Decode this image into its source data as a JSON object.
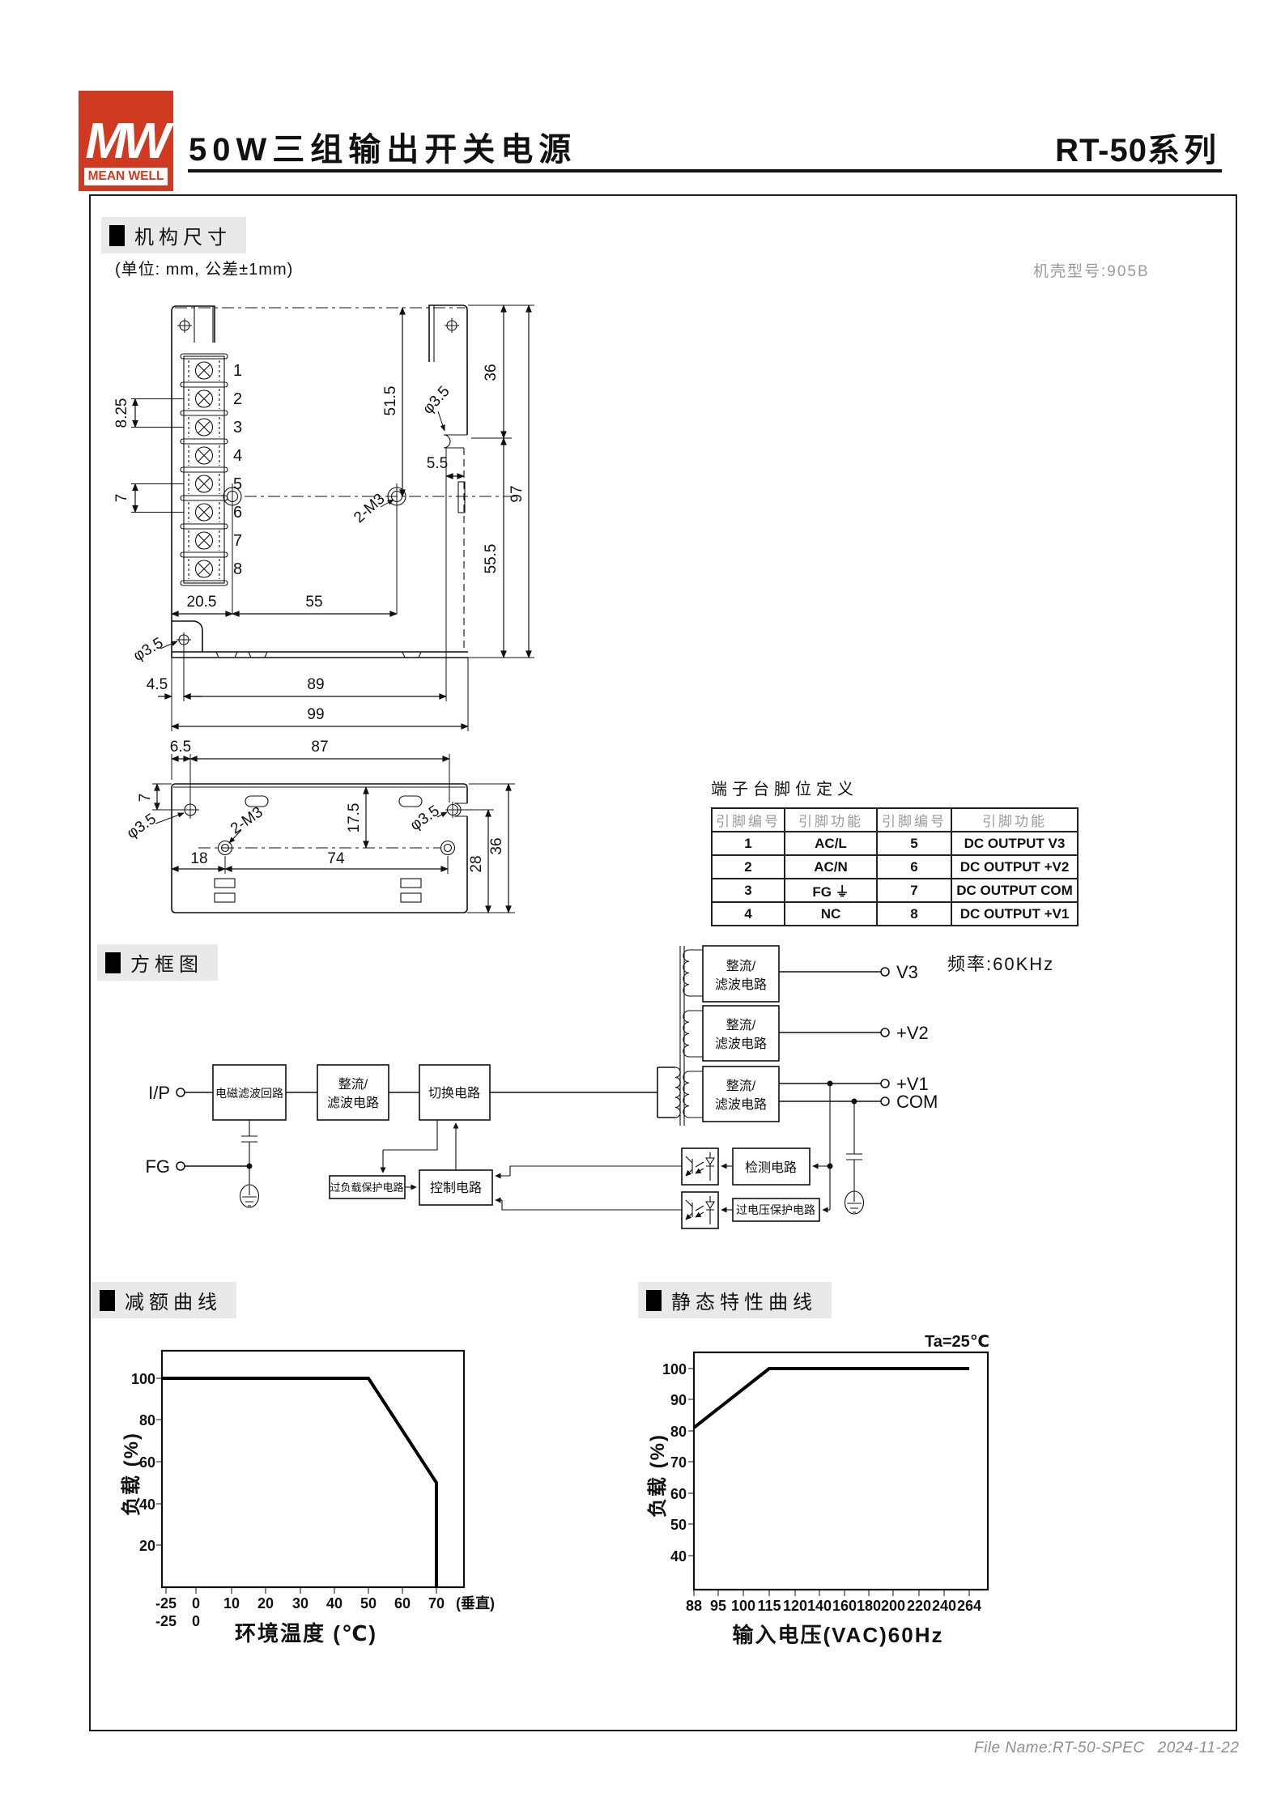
{
  "header": {
    "logo": {
      "mw": "MW",
      "brand": "MEAN WELL"
    },
    "title": "50W三组输出开关电源",
    "series": "RT-50",
    "series_suffix": "系列"
  },
  "mech": {
    "section_title": "机构尺寸",
    "unit_note": "(单位: mm, 公差±1mm)",
    "case_model": "机壳型号:905B",
    "top": {
      "terminal_numbers": [
        "1",
        "2",
        "3",
        "4",
        "5",
        "6",
        "7",
        "8"
      ],
      "d825": "8.25",
      "d7": "7",
      "d515": "51.5",
      "d36": "36",
      "phi_top": "φ3.5",
      "d5_5": "5.5",
      "d97": "97",
      "d555": "55.5",
      "m3": "2-M3",
      "d205": "20.5",
      "d55": "55",
      "phi_bottom": "φ3.5",
      "d45": "4.5",
      "d89": "89",
      "d99": "99"
    },
    "side": {
      "d65": "6.5",
      "d87": "87",
      "d7": "7",
      "phi_left": "φ3.5",
      "m3": "2-M3",
      "d175": "17.5",
      "phi_right": "φ3.5",
      "d18": "18",
      "d74": "74",
      "d28": "28",
      "d36": "36"
    }
  },
  "pin_table": {
    "title": "端子台脚位定义",
    "headers": [
      "引脚编号",
      "引脚功能",
      "引脚编号",
      "引脚功能"
    ],
    "rows": [
      [
        "1",
        "AC/L",
        "5",
        "DC OUTPUT V3"
      ],
      [
        "2",
        "AC/N",
        "6",
        "DC OUTPUT +V2"
      ],
      [
        "3",
        "FG ⏚",
        "7",
        "DC OUTPUT COM"
      ],
      [
        "4",
        "NC",
        "8",
        "DC OUTPUT +V1"
      ]
    ]
  },
  "block_diagram": {
    "section_title": "方框图",
    "frequency": "频率:60KHz",
    "terminals": {
      "ip": "I/P",
      "fg": "FG"
    },
    "outputs": [
      "V3",
      "+V2",
      "+V1",
      "COM"
    ],
    "blocks": {
      "emi": "电磁滤波回路",
      "rect_l1": "整流/",
      "rect_l2": "滤波电路",
      "switch": "切换电路",
      "overload": "过负载保护电路",
      "control": "控制电路",
      "detect": "检测电路",
      "ovp": "过电压保护电路"
    }
  },
  "chart_data": [
    {
      "type": "line",
      "title": "减额曲线",
      "xlabel": "环境温度 (℃)",
      "ylabel": "负载 (%)",
      "x_ticks": [
        "-25",
        "0",
        "10",
        "20",
        "30",
        "40",
        "50",
        "60",
        "70"
      ],
      "x_ticks_row2": [
        "-25",
        "0"
      ],
      "x_note": "(垂直)",
      "y_ticks": [
        "100",
        "80",
        "60",
        "40",
        "20"
      ],
      "ylim": [
        0,
        113
      ],
      "grid": false,
      "series": [
        {
          "name": "load_vs_ambient_temp",
          "points": [
            [
              -25,
              100
            ],
            [
              50,
              100
            ],
            [
              70,
              50
            ],
            [
              70,
              0
            ]
          ]
        }
      ]
    },
    {
      "type": "line",
      "title": "静态特性曲线",
      "annotation": "Ta=25℃",
      "xlabel": "输入电压(VAC)60Hz",
      "ylabel": "负载 (%)",
      "x_ticks": [
        "88",
        "95",
        "100",
        "115",
        "120",
        "140",
        "160",
        "180",
        "200",
        "220",
        "240",
        "264"
      ],
      "y_ticks": [
        "100",
        "90",
        "80",
        "70",
        "60",
        "50",
        "40"
      ],
      "ylim": [
        30,
        105
      ],
      "grid": false,
      "series": [
        {
          "name": "load_vs_input_voltage",
          "points": [
            [
              88,
              81
            ],
            [
              115,
              100
            ],
            [
              264,
              100
            ]
          ]
        }
      ]
    }
  ],
  "footer": {
    "file": "File Name:RT-50-SPEC",
    "date": "2024-11-22"
  }
}
